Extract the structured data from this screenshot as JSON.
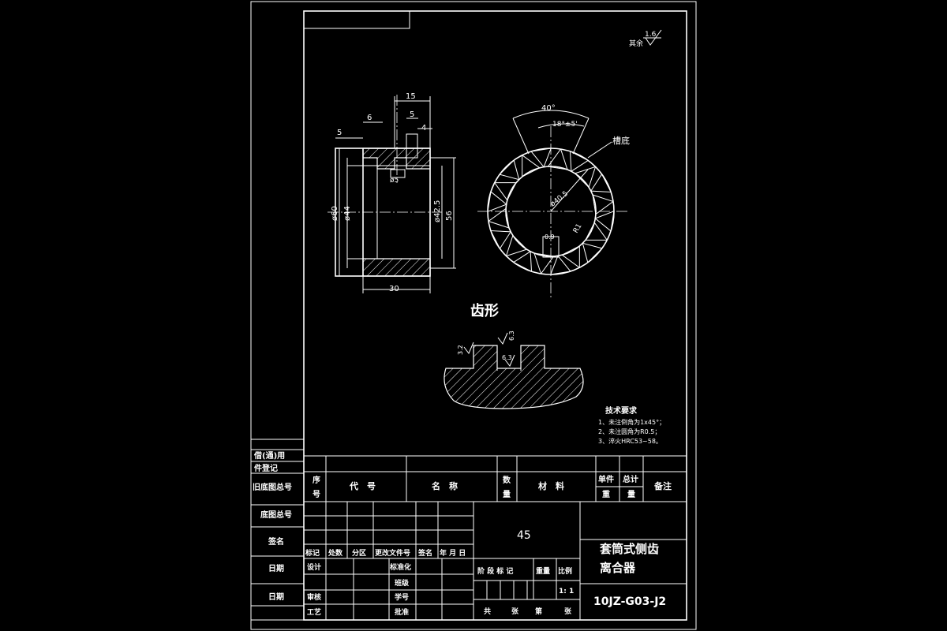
{
  "surface_finish": {
    "label": "其余",
    "value": "1.6"
  },
  "section_view": {
    "dims": [
      "15",
      "6",
      "5",
      "4",
      "5",
      "ø5",
      "ø60",
      "ø44",
      "ø42.5",
      "56",
      "30"
    ]
  },
  "end_view": {
    "dims": [
      "40°",
      "18°±5'",
      "ø40.5",
      "R1",
      "0.9"
    ],
    "callout": "槽底"
  },
  "tooth_profile": {
    "title": "齿形",
    "finish_left": "3.2",
    "finish_top": "6.3",
    "finish_bottom": "6.3"
  },
  "tech_req": {
    "title": "技术要求",
    "items": [
      "1、未注倒角为1x45°；",
      "2、未注圆角为R0.5；",
      "3、淬火HRC53~58。"
    ]
  },
  "left_strip": {
    "labels": [
      "借(通)用",
      "件登记",
      "旧底图总号",
      "底图总号",
      "签名",
      "日期",
      "日期"
    ]
  },
  "parts_header": {
    "seq": [
      "序",
      "号"
    ],
    "code": "代　号",
    "name": "名　称",
    "qty": [
      "数",
      "量"
    ],
    "material": "材　料",
    "unit_weight": [
      "单件",
      "重"
    ],
    "total": [
      "总计",
      "量"
    ],
    "remark": "备注"
  },
  "title_block": {
    "material": "45",
    "drawing_name": [
      "套筒式侧齿",
      "离合器"
    ],
    "drawing_number": "10JZ-G03-J2",
    "scale": "1: 1",
    "rev_row": [
      "标记",
      "处数",
      "分区",
      "更改文件号",
      "签名",
      "年 月 日"
    ],
    "design": "设计",
    "standardize": "标准化",
    "class": "班级",
    "review": "审核",
    "student_no": "学号",
    "process": "工艺",
    "approve": "批准",
    "stage_header": [
      "阶 段 标 记",
      "重量",
      "比例"
    ],
    "sheet": [
      "共",
      "张",
      "第",
      "张"
    ]
  }
}
